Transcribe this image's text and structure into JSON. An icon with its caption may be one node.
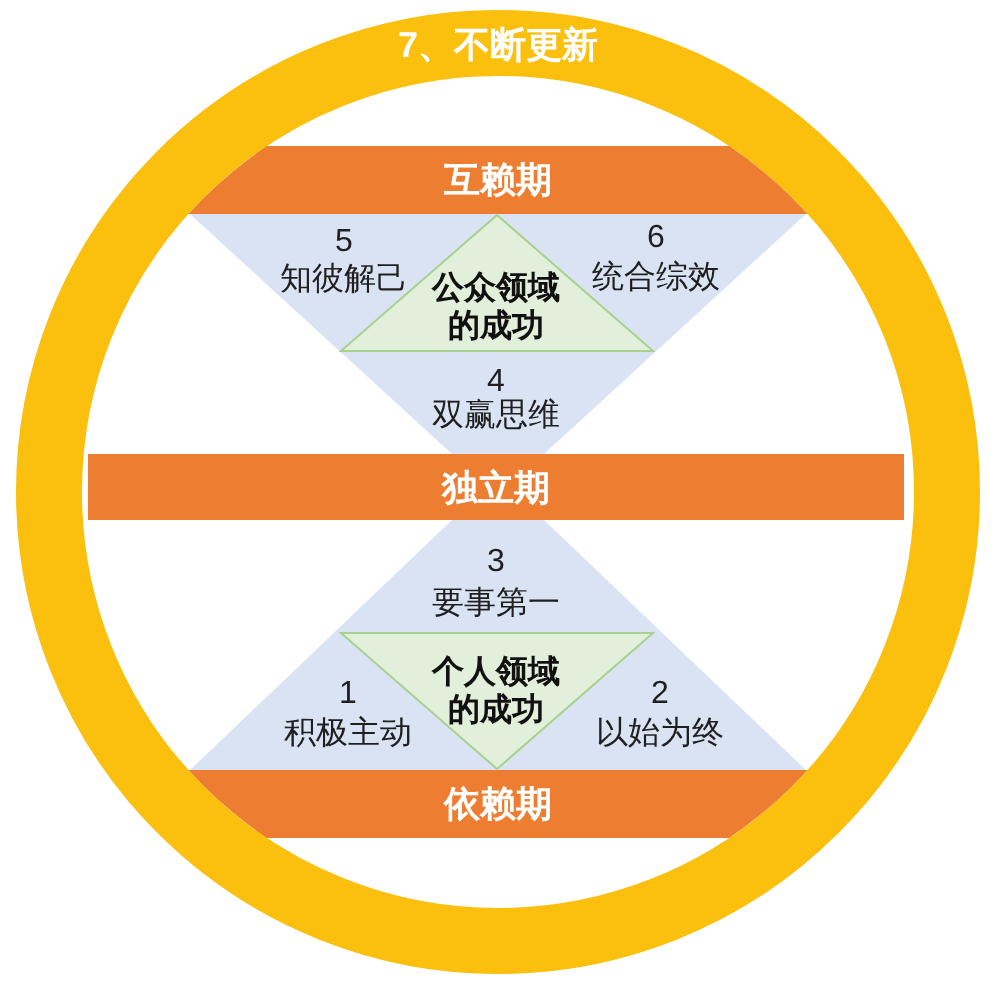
{
  "diagram": {
    "nodes": [
      {
        "text": [
          "7、不断更新"
        ]
      },
      {
        "text": [
          "互赖期"
        ],
        "in": 0
      },
      {
        "text": [
          "5",
          "知彼解己",
          "6",
          "统合综效",
          "4",
          "双赢思维"
        ],
        "in": 0
      },
      {
        "text": [
          "公众领域的成功"
        ],
        "in": 2
      },
      {
        "text": [
          "独立期"
        ],
        "in": 0
      },
      {
        "text": [
          "3",
          "要事第一",
          "1",
          "积极主动",
          "2",
          "以始为终"
        ],
        "in": 0
      },
      {
        "text": [
          "个人领域的成功"
        ],
        "in": 5
      },
      {
        "text": [
          "依赖期"
        ],
        "in": 0
      }
    ]
  }
}
